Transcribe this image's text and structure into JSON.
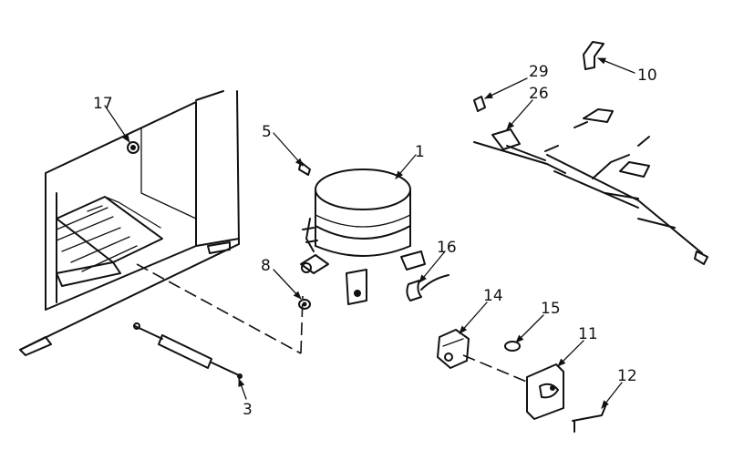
{
  "callouts": [
    {
      "id": "p1",
      "label": "1"
    },
    {
      "id": "p3",
      "label": "3"
    },
    {
      "id": "p5",
      "label": "5"
    },
    {
      "id": "p8",
      "label": "8"
    },
    {
      "id": "p10",
      "label": "10"
    },
    {
      "id": "p11",
      "label": "11"
    },
    {
      "id": "p12",
      "label": "12"
    },
    {
      "id": "p14",
      "label": "14"
    },
    {
      "id": "p15",
      "label": "15"
    },
    {
      "id": "p16",
      "label": "16"
    },
    {
      "id": "p17",
      "label": "17"
    },
    {
      "id": "p26",
      "label": "26"
    },
    {
      "id": "p29",
      "label": "29"
    }
  ]
}
